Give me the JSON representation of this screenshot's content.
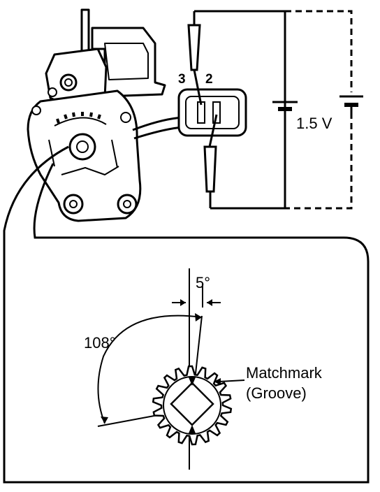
{
  "labels": {
    "terminal_3": "3",
    "terminal_2": "2",
    "voltage": "1.5 V",
    "angle_small": "5°",
    "angle_large": "108°",
    "matchmark_line1": "Matchmark",
    "matchmark_line2": "(Groove)"
  },
  "colors": {
    "ink": "#000000",
    "paper": "#ffffff"
  }
}
